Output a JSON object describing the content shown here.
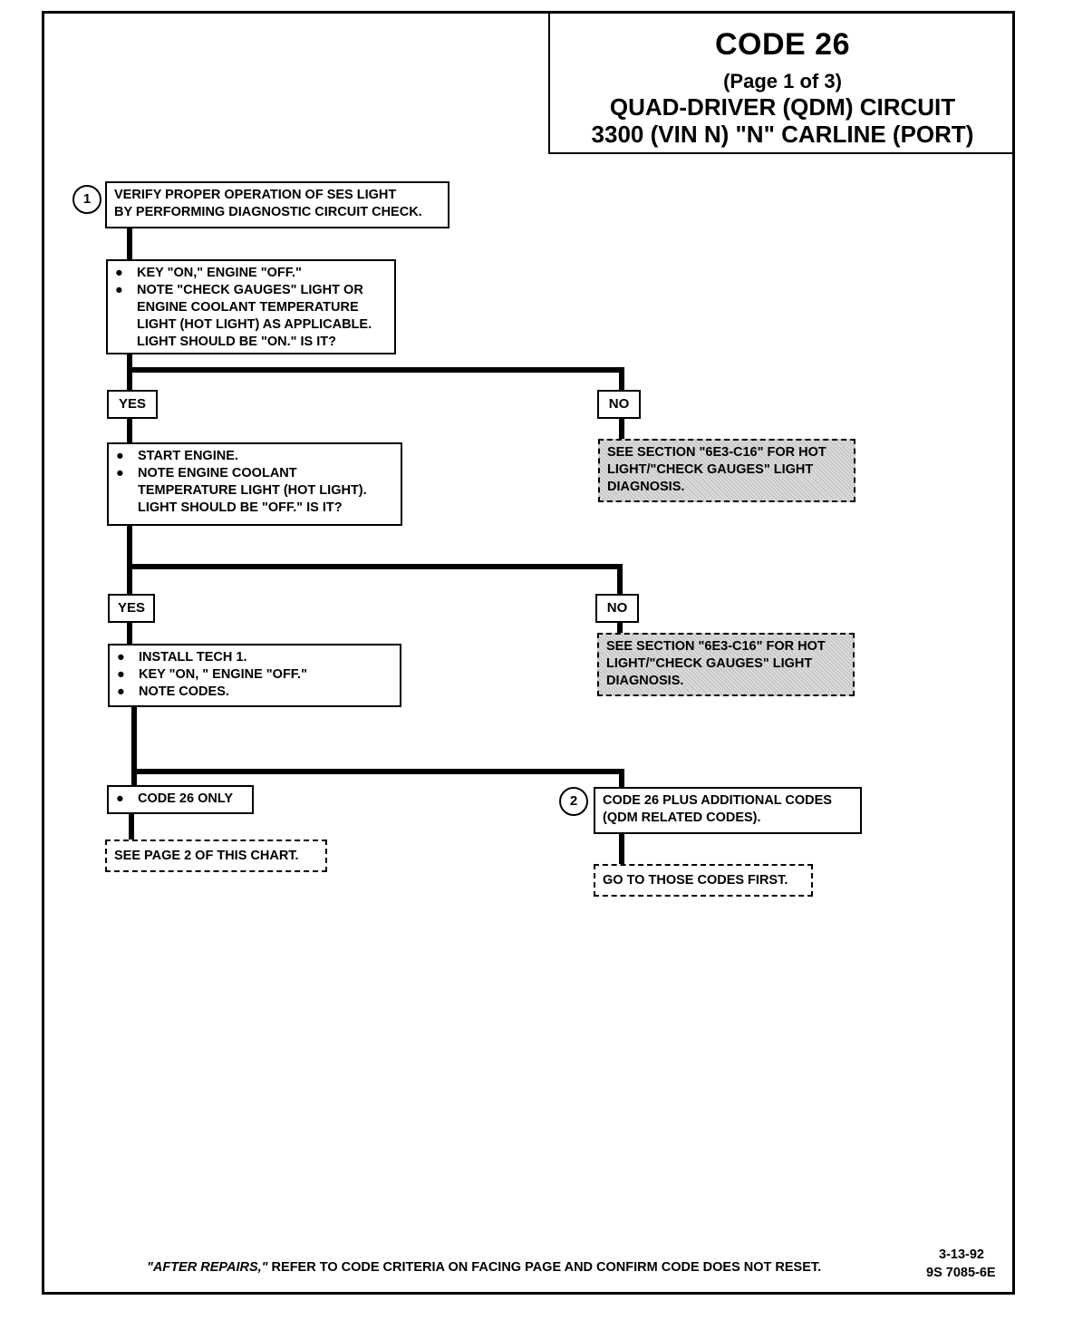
{
  "title": {
    "code": "CODE 26",
    "page": "(Page 1 of 3)",
    "circuit": "QUAD-DRIVER (QDM) CIRCUIT",
    "engine": "3300  (VIN N)  \"N\"  CARLINE  (PORT)"
  },
  "steps": {
    "step1_marker": "1",
    "step1": [
      "VERIFY PROPER OPERATION OF SES LIGHT",
      "BY PERFORMING DIAGNOSTIC CIRCUIT CHECK."
    ],
    "check_light": [
      "KEY \"ON,\" ENGINE \"OFF.\"",
      "NOTE \"CHECK GAUGES\" LIGHT OR",
      "ENGINE COOLANT TEMPERATURE",
      "LIGHT (HOT LIGHT) AS APPLICABLE.",
      "LIGHT SHOULD BE \"ON.\"  IS IT?"
    ],
    "yes1": "YES",
    "no1": "NO",
    "no1_action": [
      "SEE SECTION \"6E3-C16\" FOR HOT",
      "LIGHT/\"CHECK GAUGES\" LIGHT",
      "DIAGNOSIS."
    ],
    "start_engine": [
      "START ENGINE.",
      "NOTE ENGINE COOLANT",
      "TEMPERATURE LIGHT (HOT LIGHT).",
      "LIGHT SHOULD BE \"OFF.\"  IS IT?"
    ],
    "yes2": "YES",
    "no2": "NO",
    "no2_action": [
      "SEE SECTION \"6E3-C16\" FOR HOT",
      "LIGHT/\"CHECK GAUGES\" LIGHT",
      "DIAGNOSIS."
    ],
    "install_tech": [
      "INSTALL TECH 1.",
      "KEY \"ON, \" ENGINE \"OFF.\"",
      "NOTE CODES."
    ],
    "code26_only": "CODE 26 ONLY",
    "see_page2": "SEE PAGE 2 OF THIS CHART.",
    "step2_marker": "2",
    "code26_plus": [
      "CODE 26 PLUS ADDITIONAL CODES",
      "(QDM RELATED CODES)."
    ],
    "go_to_codes": "GO TO THOSE CODES FIRST."
  },
  "footer": {
    "after_repairs": "\"AFTER REPAIRS,\"",
    "instruction": " REFER TO CODE CRITERIA ON FACING PAGE AND CONFIRM CODE DOES NOT RESET.",
    "date": "3-13-92",
    "doc_number": "9S 7085-6E"
  }
}
